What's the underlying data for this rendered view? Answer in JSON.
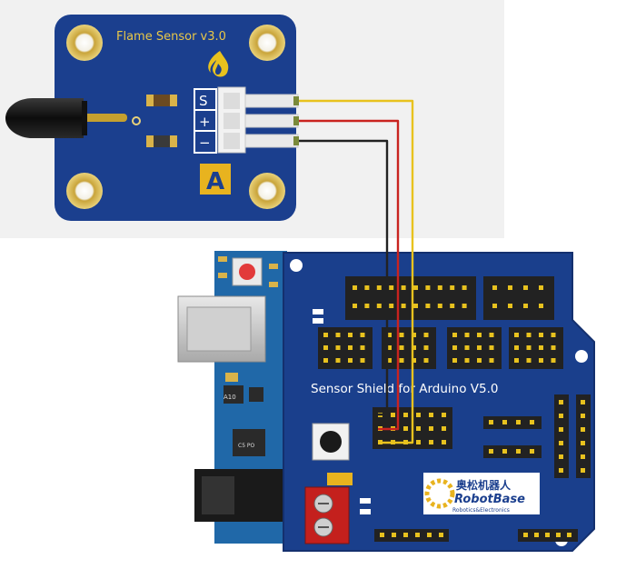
{
  "sensor": {
    "title": "Flame Sensor v3.0",
    "pin_signal": "S",
    "pin_plus": "+",
    "pin_minus": "−",
    "letter": "A"
  },
  "shield": {
    "title": "Sensor Shield for Arduino V5.0",
    "brand_cn": "奥松机器人",
    "brand": "RobotBase",
    "brand_sub": "Robotics&Electronics",
    "mark": "A10",
    "regulator": "C5 PO"
  },
  "colors": {
    "pcb_blue": "#1a3f8c",
    "pcb_dark": "#14306e",
    "gold": "#d8b545",
    "wire_yellow": "#e8c21e",
    "wire_red": "#c9231f",
    "wire_black": "#222222"
  }
}
